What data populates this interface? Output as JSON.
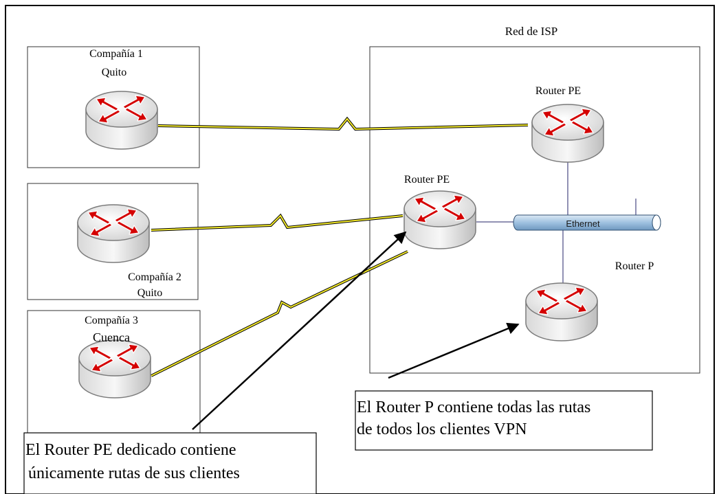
{
  "isp": {
    "title": "Red de ISP"
  },
  "companies": [
    {
      "name": "Compañía 1",
      "city": "Quito"
    },
    {
      "name": "Compañía 2",
      "city": "Quito"
    },
    {
      "name": "Compañía 3",
      "city": "Cuenca"
    }
  ],
  "routers": {
    "pe_top": "Router PE",
    "pe_mid": "Router PE",
    "p": "Router P"
  },
  "ethernet": {
    "label": "Ethernet"
  },
  "callouts": {
    "pe": [
      "El Router PE dedicado contiene",
      "únicamente rutas de sus clientes"
    ],
    "p": [
      "El Router P contiene todas las rutas",
      "de todos los clientes VPN"
    ]
  },
  "colors": {
    "router_arrow": "#d40000",
    "serial_link": "#f4ea2a",
    "ethernet_bus": "#a9c7e2"
  }
}
